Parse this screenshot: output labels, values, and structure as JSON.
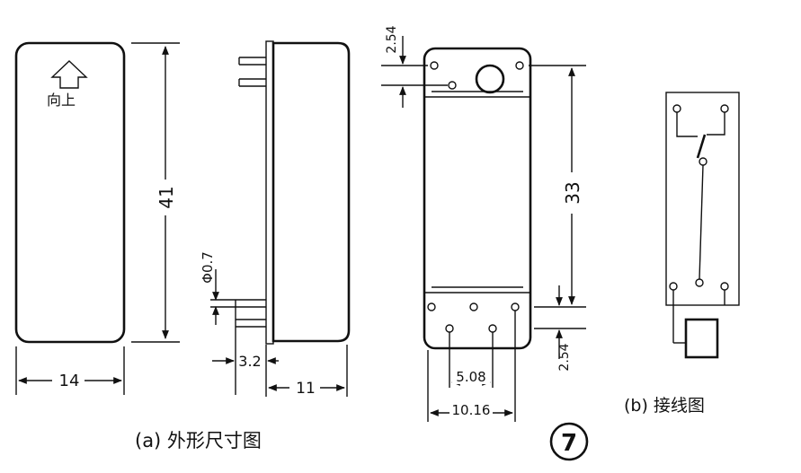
{
  "front_view": {
    "arrow_label": "向上",
    "height_dim": "41",
    "width_dim": "14"
  },
  "side_view": {
    "pin_diameter_dim": "Φ0.7",
    "pin_length_dim": "3.2",
    "depth_dim": "11"
  },
  "pin_view": {
    "top_offset_dim": "2.54",
    "pin_span_dim": "33",
    "bottom_offset_dim": "2.54",
    "inner_pitch_dim": "5.08",
    "outer_pitch_dim": "10.16"
  },
  "captions": {
    "a_caption": "(a) 外形尺寸图",
    "b_caption": "(b) 接线图",
    "figure_number": "7"
  }
}
